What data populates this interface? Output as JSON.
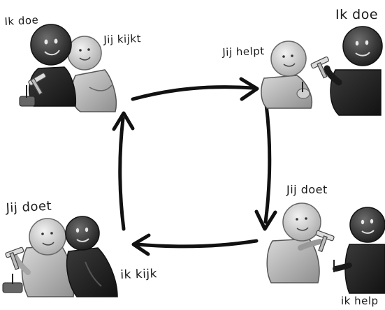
{
  "diagram": {
    "panels": [
      {
        "id": "top-left",
        "label_dark": "Ik doe",
        "label_light": "Jij kijkt"
      },
      {
        "id": "top-right",
        "label_dark": "Ik doe",
        "label_light": "Jij helpt"
      },
      {
        "id": "bottom-right",
        "label_dark": "ik help",
        "label_light": "Jij doet"
      },
      {
        "id": "bottom-left",
        "label_dark": "ik kijk",
        "label_light": "Jij doet"
      }
    ],
    "cycle_direction": "clockwise",
    "style": "hand-drawn grayscale sketch"
  }
}
